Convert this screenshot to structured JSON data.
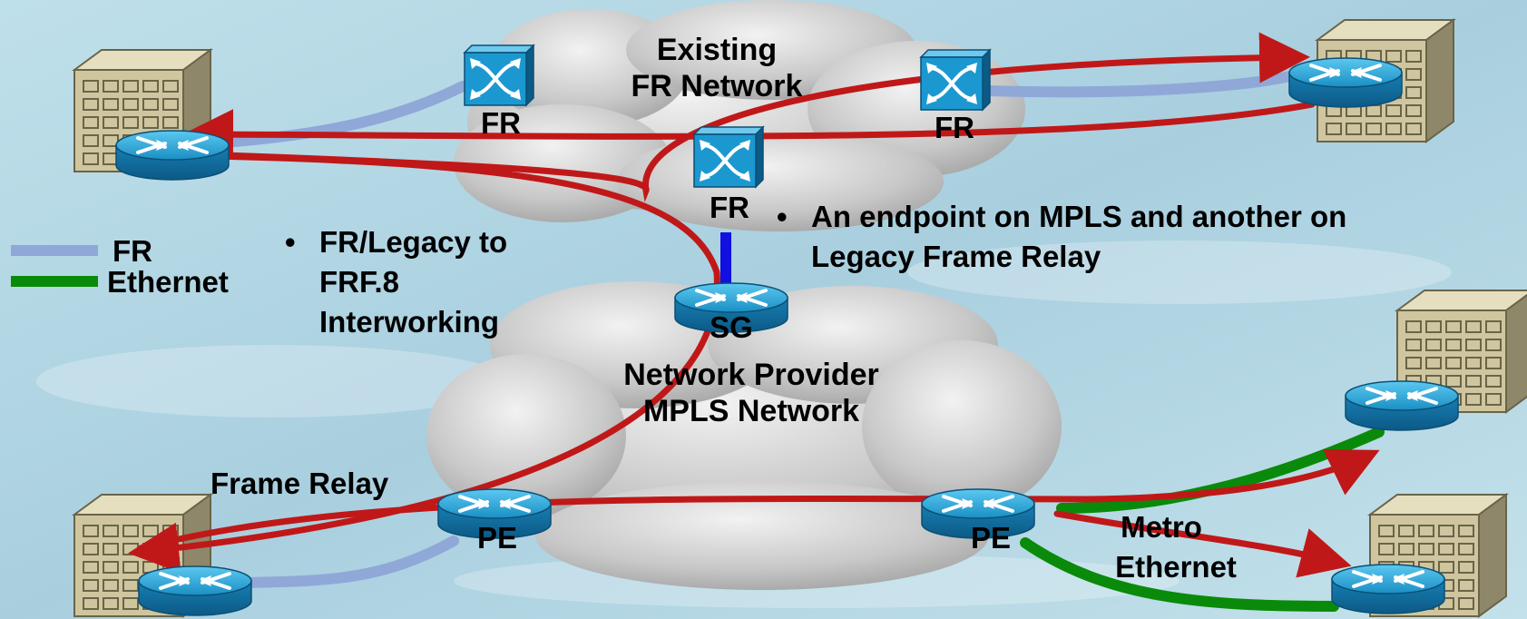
{
  "clouds": {
    "fr_network": {
      "line1": "Existing",
      "line2": "FR Network"
    },
    "mpls_network": {
      "line1": "Network Provider",
      "line2": "MPLS Network"
    }
  },
  "devices": {
    "fr_switch_left": "FR",
    "fr_switch_right": "FR",
    "fr_switch_center": "FR",
    "service_gateway": "SG",
    "pe_left": "PE",
    "pe_right": "PE"
  },
  "legend": {
    "fr": "FR",
    "ethernet": "Ethernet"
  },
  "bullets": {
    "left": {
      "line1": "FR/Legacy to",
      "line2": "FRF.8",
      "line3": "Interworking"
    },
    "right": {
      "line1": "An endpoint on MPLS and another on",
      "line2": "Legacy Frame Relay"
    }
  },
  "access_labels": {
    "frame_relay": "Frame Relay",
    "metro_line1": "Metro",
    "metro_line2": "Ethernet"
  },
  "colors": {
    "background": "#b9d8e4",
    "fr_link": "#8fa8d8",
    "ethernet_link": "#0a8a0a",
    "circuit": "#c01818",
    "sg_link": "#1010e0",
    "router_top": "#2aa4d8",
    "building": "#cfc6a0"
  }
}
